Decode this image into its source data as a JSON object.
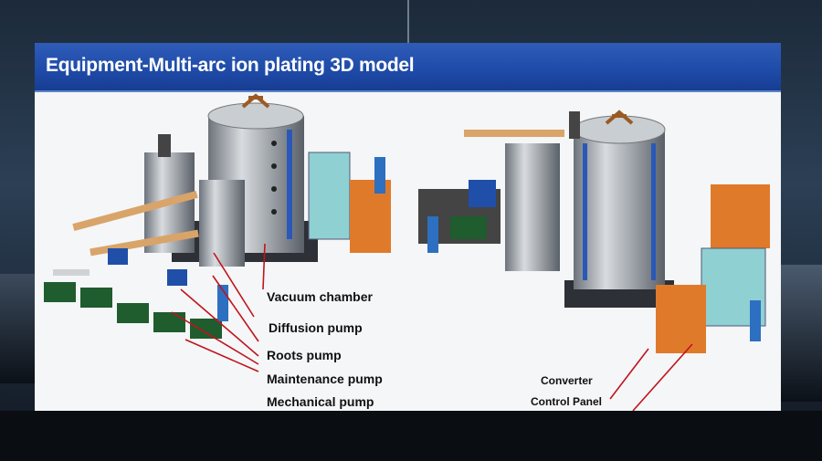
{
  "slide": {
    "title": "Equipment-Multi-arc ion plating 3D model",
    "left_labels": [
      "Vacuum chamber",
      "Diffusion pump",
      "Roots pump",
      "Maintenance pump",
      "Mechanical pump"
    ],
    "right_labels": [
      "Converter",
      "Control Panel"
    ]
  },
  "colors": {
    "header": "#1e4aa8",
    "arrow": "#c0141c",
    "chamber": "#9aa0a8",
    "pipe": "#d9a46a",
    "pump": "#1f5c2e"
  }
}
